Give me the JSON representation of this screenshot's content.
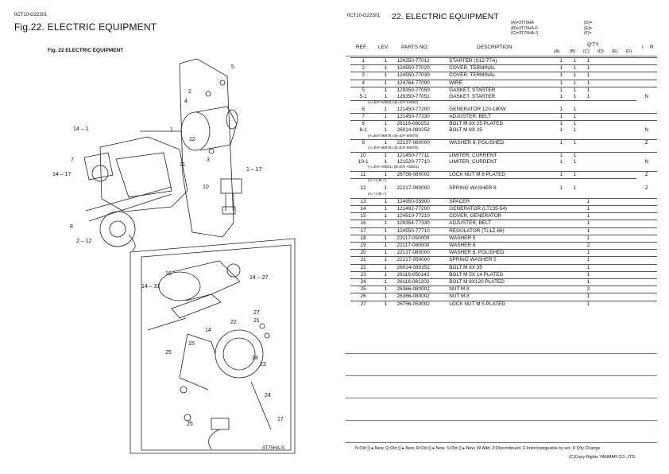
{
  "left": {
    "doc_code": "0CT10-G22301",
    "fig_title": "Fig.22.  ELECTRIC EQUIPMENT",
    "diagram_caption": "Fig. 22   ELECTRIC EQUIPMENT",
    "model_label": "3T75HA-S",
    "callouts": {
      "c1": "1",
      "c2": "2",
      "c3": "3",
      "c4": "4",
      "c5": "5",
      "c7": "7",
      "c8": "8",
      "c10": "10",
      "c11": "11",
      "c12": "12",
      "c14_1": "14 – 1",
      "c14_17": "14 – 17",
      "c1_17": "1 – 17",
      "c2_12": "2 – 12",
      "c14_31": "14 – 31",
      "c14_27": "14 – 27",
      "c14": "14",
      "c15": "15",
      "c16": "16",
      "c17": "17",
      "c18": "18",
      "c21": "21",
      "c22": "22",
      "c23": "23",
      "c24": "24",
      "c25a": "25",
      "c25b": "25",
      "c27": "27"
    }
  },
  "right": {
    "doc_code": "0CT10-G22301",
    "title": "22.  ELECTRIC EQUIPMENT",
    "models": [
      "(A)=3T75HA",
      "(B)=3T75HA-F",
      "(C)=3T75HA-S"
    ],
    "models_right": [
      "(D)=",
      "(E)=",
      "(F)="
    ],
    "headers": {
      "ref": "REF.",
      "lev": "LEV.",
      "parts_no": "PARTS NO.",
      "description": "DESCRIPTION",
      "qty": "Q'TY",
      "cols": [
        "(A)",
        "(B)",
        "(C)",
        "(D)",
        "(E)",
        "(F)"
      ],
      "i": "I",
      "r": "R"
    },
    "rows": [
      {
        "sub": "",
        "ref": "1",
        "lev": "1",
        "pno": "124250-77012",
        "desc": "STARTER (S12-77A)",
        "q": [
          "1",
          "1",
          "1",
          "",
          "",
          ""
        ],
        "ic": "",
        "grp": true
      },
      {
        "sub": "",
        "ref": "2",
        "lev": "1",
        "pno": "124550-77020",
        "desc": "COVER, TERMINAL",
        "q": [
          "1",
          "1",
          "1",
          "",
          "",
          ""
        ],
        "ic": "",
        "grp": true
      },
      {
        "sub": "",
        "ref": "3",
        "lev": "1",
        "pno": "124550-77030",
        "desc": "COVER, TERMINAL",
        "q": [
          "1",
          "1",
          "1",
          "",
          "",
          ""
        ],
        "ic": "",
        "grp": true
      },
      {
        "sub": "",
        "ref": "4",
        "lev": "1",
        "pno": "124764-77090",
        "desc": "WIRE",
        "q": [
          "1",
          "1",
          "1",
          "",
          "",
          ""
        ],
        "ic": "",
        "grp": true
      },
      {
        "sub": "",
        "ref": "5",
        "lev": "1",
        "pno": "129350-77050",
        "desc": "GASKET, STARTER",
        "q": [
          "1",
          "1",
          "1",
          "",
          "",
          ""
        ],
        "ic": "",
        "grp": true
      },
      {
        "sub": "",
        "ref": "5-1",
        "lev": "1",
        "pno": "129350-77051",
        "desc": "GASKET, STARTER",
        "q": [
          "1",
          "1",
          "1",
          "",
          "",
          ""
        ],
        "ic": "N",
        "grp": false
      },
      {
        "sub": "(A=E/# 94552)          (B=E/# 94552)",
        "ref": "",
        "lev": "",
        "pno": "",
        "desc": "",
        "q": [
          "",
          "",
          "",
          "",
          "",
          ""
        ],
        "ic": "",
        "grp": true
      },
      {
        "sub": "",
        "ref": "6",
        "lev": "1",
        "pno": "121450-77200",
        "desc": "GENERATOR 12V-180W",
        "q": [
          "1",
          "1",
          "",
          "",
          "",
          ""
        ],
        "ic": "",
        "grp": false
      },
      {
        "sub": "",
        "ref": "7",
        "lev": "1",
        "pno": "121450-77330",
        "desc": "ADJUSTER, BELT",
        "q": [
          "1",
          "1",
          "",
          "",
          "",
          ""
        ],
        "ic": "",
        "grp": true
      },
      {
        "sub": "",
        "ref": "8",
        "lev": "1",
        "pno": "26116-080252",
        "desc": "BOLT M 8X 25 PLATED",
        "q": [
          "1",
          "1",
          "",
          "",
          "",
          ""
        ],
        "ic": "",
        "grp": true
      },
      {
        "sub": "",
        "ref": "8-1",
        "lev": "1",
        "pno": "26014-080252",
        "desc": "BOLT M 8X 25",
        "q": [
          "1",
          "1",
          "",
          "",
          "",
          ""
        ],
        "ic": "N",
        "grp": false
      },
      {
        "sub": "(A=E/# 86878)          (B=E/# 86878)",
        "ref": "",
        "lev": "",
        "pno": "",
        "desc": "",
        "q": [
          "",
          "",
          "",
          "",
          "",
          ""
        ],
        "ic": "",
        "grp": false
      },
      {
        "sub": "",
        "ref": "9",
        "lev": "1",
        "pno": "22137-080000",
        "desc": "WASHER 8, POLISHED",
        "q": [
          "1",
          "1",
          "",
          "",
          "",
          ""
        ],
        "ic": "Z",
        "grp": true
      },
      {
        "sub": "(A=E/# 86878)          (B=E/# 86878)",
        "ref": "",
        "lev": "",
        "pno": "",
        "desc": "",
        "q": [
          "",
          "",
          "",
          "",
          "",
          ""
        ],
        "ic": "",
        "grp": false
      },
      {
        "sub": "",
        "ref": "10",
        "lev": "1",
        "pno": "121450-77711",
        "desc": "LIMITER, CURRENT",
        "q": [
          "1",
          "1",
          "",
          "",
          "",
          ""
        ],
        "ic": "",
        "grp": true
      },
      {
        "sub": "",
        "ref": "10-1",
        "lev": "1",
        "pno": "121520-77710",
        "desc": "LIMITER, CURRENT",
        "q": [
          "1",
          "1",
          "",
          "",
          "",
          ""
        ],
        "ic": "N",
        "grp": false
      },
      {
        "sub": "(A=E/# A0581)          (B=E/# A0581)",
        "ref": "",
        "lev": "",
        "pno": "",
        "desc": "",
        "q": [
          "",
          "",
          "",
          "",
          "",
          ""
        ],
        "ic": "",
        "grp": false
      },
      {
        "sub": "",
        "ref": "11",
        "lev": "1",
        "pno": "26756-080002",
        "desc": "LOCK NUT M 8 PLATED",
        "q": [
          "1",
          "1",
          "",
          "",
          "",
          ""
        ],
        "ic": "Z",
        "grp": true
      },
      {
        "sub": "(A=*)                                (B=*)",
        "ref": "",
        "lev": "",
        "pno": "",
        "desc": "",
        "q": [
          "",
          "",
          "",
          "",
          "",
          ""
        ],
        "ic": "",
        "grp": true
      },
      {
        "sub": "",
        "ref": "12",
        "lev": "1",
        "pno": "22217-080000",
        "desc": "SPRING WASHER  8",
        "q": [
          "1",
          "1",
          "",
          "",
          "",
          ""
        ],
        "ic": "Z",
        "grp": false,
        "tall": true
      },
      {
        "sub": "(A=*)                                (B=*)",
        "ref": "",
        "lev": "",
        "pno": "",
        "desc": "",
        "q": [
          "",
          "",
          "",
          "",
          "",
          ""
        ],
        "ic": "",
        "grp": false
      },
      {
        "sub": "",
        "ref": "13",
        "lev": "1",
        "pno": "124950-55900",
        "desc": "SPACER",
        "q": [
          "",
          "",
          "1",
          "",
          "",
          ""
        ],
        "ic": "",
        "grp": true
      },
      {
        "sub": "",
        "ref": "14",
        "lev": "1",
        "pno": "121492-77200",
        "desc": "GENERATOR (LT135-54)",
        "q": [
          "",
          "",
          "1",
          "",
          "",
          ""
        ],
        "ic": "",
        "grp": true
      },
      {
        "sub": "",
        "ref": "15",
        "lev": "1",
        "pno": "124610-77210",
        "desc": "COVER, GENERATOR",
        "q": [
          "",
          "",
          "1",
          "",
          "",
          ""
        ],
        "ic": "",
        "grp": true
      },
      {
        "sub": "",
        "ref": "16",
        "lev": "1",
        "pno": "129354-77330",
        "desc": "ADJUSTER, BELT",
        "q": [
          "",
          "",
          "1",
          "",
          "",
          ""
        ],
        "ic": "",
        "grp": true
      },
      {
        "sub": "",
        "ref": "17",
        "lev": "1",
        "pno": "124550-77710",
        "desc": "REGULATOR (TL1Z-86)",
        "q": [
          "",
          "",
          "1",
          "",
          "",
          ""
        ],
        "ic": "",
        "grp": true
      },
      {
        "sub": "",
        "ref": "18",
        "lev": "1",
        "pno": "22117-050000",
        "desc": "WASHER  5",
        "q": [
          "",
          "",
          "1",
          "",
          "",
          ""
        ],
        "ic": "",
        "grp": true
      },
      {
        "sub": "",
        "ref": "19",
        "lev": "1",
        "pno": "22117-080000",
        "desc": "WASHER  8",
        "q": [
          "",
          "",
          "2",
          "",
          "",
          ""
        ],
        "ic": "",
        "grp": true
      },
      {
        "sub": "",
        "ref": "20",
        "lev": "1",
        "pno": "22137-080000",
        "desc": "WASHER 8, POLISHED",
        "q": [
          "",
          "",
          "1",
          "",
          "",
          ""
        ],
        "ic": "",
        "grp": true
      },
      {
        "sub": "",
        "ref": "21",
        "lev": "1",
        "pno": "22217-050000",
        "desc": "SPRING WASHER  5",
        "q": [
          "",
          "",
          "1",
          "",
          "",
          ""
        ],
        "ic": "",
        "grp": true
      },
      {
        "sub": "",
        "ref": "22",
        "lev": "1",
        "pno": "26014-080352",
        "desc": "BOLT M 8X 35",
        "q": [
          "",
          "",
          "1",
          "",
          "",
          ""
        ],
        "ic": "",
        "grp": true
      },
      {
        "sub": "",
        "ref": "23",
        "lev": "1",
        "pno": "26116-050142",
        "desc": "BOLT M 5X 14 PLATED",
        "q": [
          "",
          "",
          "1",
          "",
          "",
          ""
        ],
        "ic": "",
        "grp": true
      },
      {
        "sub": "",
        "ref": "24",
        "lev": "1",
        "pno": "26116-081202",
        "desc": "BOLT M 8X120 PLATED",
        "q": [
          "",
          "",
          "1",
          "",
          "",
          ""
        ],
        "ic": "",
        "grp": true
      },
      {
        "sub": "",
        "ref": "25",
        "lev": "1",
        "pno": "26366-080002",
        "desc": "NUT M 8",
        "q": [
          "",
          "",
          "2",
          "",
          "",
          ""
        ],
        "ic": "",
        "grp": true
      },
      {
        "sub": "",
        "ref": "26",
        "lev": "1",
        "pno": "26366-080002",
        "desc": "NUT M 8",
        "q": [
          "",
          "",
          "1",
          "",
          "",
          ""
        ],
        "ic": "",
        "grp": true
      },
      {
        "sub": "",
        "ref": "27",
        "lev": "1",
        "pno": "26756-050002",
        "desc": "LOCK NUT M 5 PLATED",
        "q": [
          "",
          "",
          "1",
          "",
          "",
          ""
        ],
        "ic": "",
        "grp": true
      }
    ],
    "footer_legend": "N:Old ▒ ▸ New, Q:Old ▒ ▸ New, R:Old ▒ ▸ New, S:Old ▒ ▸ New, W:Add, Z:Discontinued, F:Interchangeable by set, K:Q'ty Change",
    "copyright": "(C)Copy Rights YANMAR CO.,LTD."
  }
}
